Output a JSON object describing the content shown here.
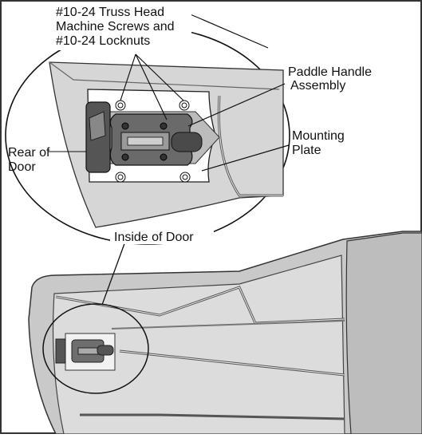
{
  "labels": {
    "screws_line1": "#10-24 Truss Head",
    "screws_line2": "Machine Screws and",
    "screws_line3": "#10-24 Locknuts",
    "paddle_line1": "Paddle Handle",
    "paddle_line2": "Assembly",
    "mounting_line1": "Mounting",
    "mounting_line2": "Plate",
    "rear_line1": "Rear of",
    "rear_line2": "Door",
    "inside": "Inside of Door"
  },
  "colors": {
    "door_fill": "#d9d9d9",
    "door_dark": "#bdbdbd",
    "plate_fill": "#ffffff",
    "handle_dark": "#4a4a4a",
    "handle_mid": "#7a7a7a",
    "outline": "#222222"
  }
}
